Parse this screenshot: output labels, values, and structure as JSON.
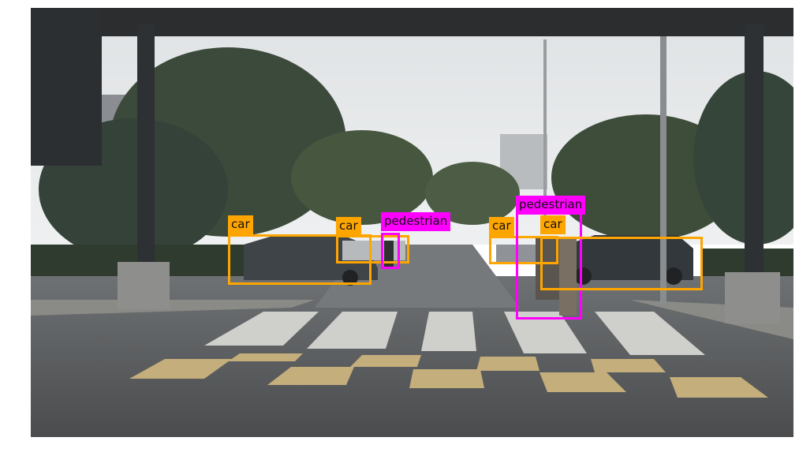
{
  "detections": [
    {
      "label": "car",
      "color": "#ffa500"
    },
    {
      "label": "car",
      "color": "#ffa500"
    },
    {
      "label": "pedestrian",
      "color": "#ff00ff"
    },
    {
      "label": "car",
      "color": "#ffa500"
    },
    {
      "label": "pedestrian",
      "color": "#ff00ff"
    },
    {
      "label": "car",
      "color": "#ffa500"
    }
  ]
}
